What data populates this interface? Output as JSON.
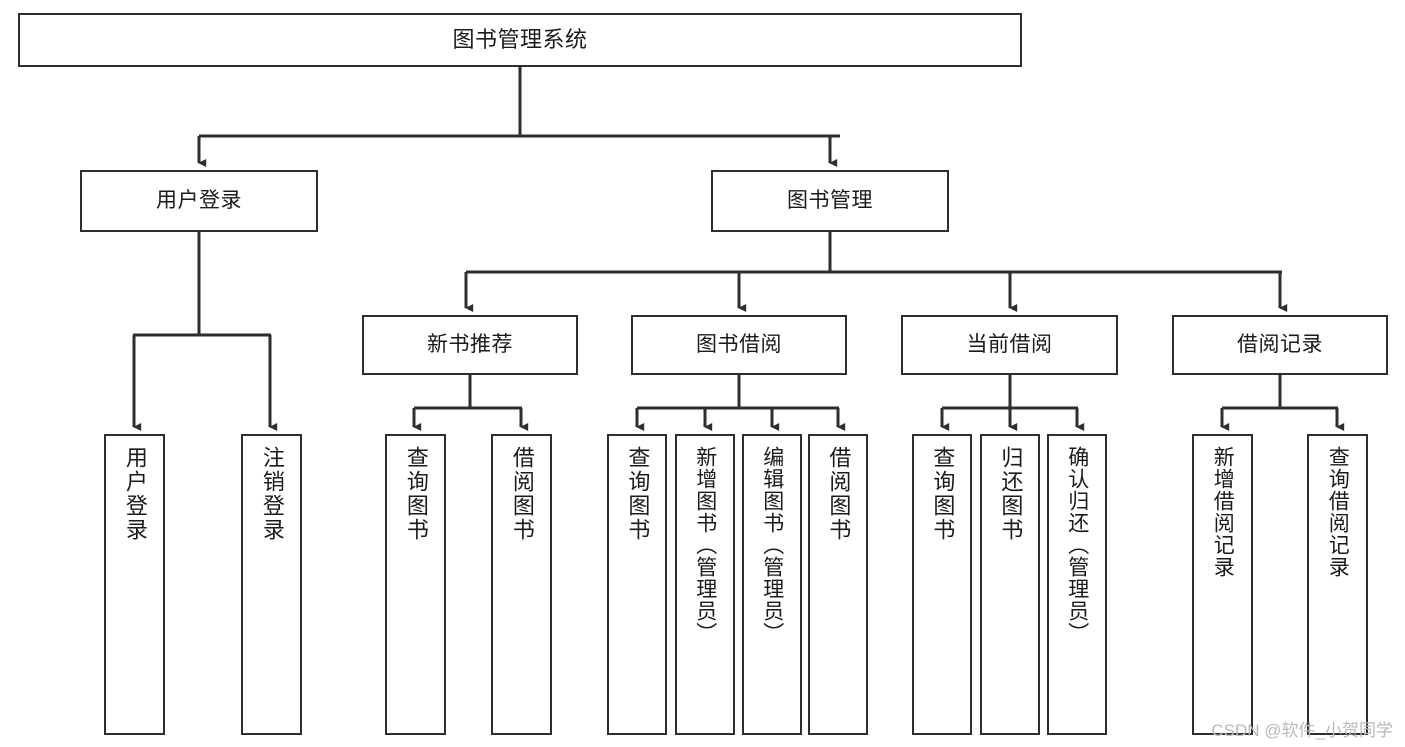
{
  "diagram": {
    "type": "tree",
    "title": "图书管理系统",
    "orientation": "top-down",
    "colors": {
      "box_border": "#2e2e2e",
      "box_fill": "#ffffff",
      "connector": "#2e2e2e",
      "text": "#1b1b1b",
      "watermark": "#b9b9b9",
      "background": "#ffffff"
    },
    "root": {
      "label": "图书管理系统",
      "text_direction": "horizontal"
    },
    "level2": [
      {
        "label": "用户登录",
        "text_direction": "horizontal"
      },
      {
        "label": "图书管理",
        "text_direction": "horizontal"
      }
    ],
    "level3": [
      {
        "label": "新书推荐",
        "text_direction": "horizontal"
      },
      {
        "label": "图书借阅",
        "text_direction": "horizontal"
      },
      {
        "label": "当前借阅",
        "text_direction": "horizontal"
      },
      {
        "label": "借阅记录",
        "text_direction": "horizontal"
      }
    ],
    "leaves": {
      "user_login": [
        {
          "label": "用户登录",
          "text_direction": "vertical"
        },
        {
          "label": "注销登录",
          "text_direction": "vertical"
        }
      ],
      "new_book_recommend": [
        {
          "label": "查询图书",
          "text_direction": "vertical"
        },
        {
          "label": "借阅图书",
          "text_direction": "vertical"
        }
      ],
      "book_borrow": [
        {
          "label": "查询图书",
          "text_direction": "vertical"
        },
        {
          "label": "新增图书（管理员）",
          "text_direction": "vertical"
        },
        {
          "label": "编辑图书（管理员）",
          "text_direction": "vertical"
        },
        {
          "label": "借阅图书",
          "text_direction": "vertical"
        }
      ],
      "current_borrow": [
        {
          "label": "查询图书",
          "text_direction": "vertical"
        },
        {
          "label": "归还图书",
          "text_direction": "vertical"
        },
        {
          "label": "确认归还（管理员）",
          "text_direction": "vertical"
        }
      ],
      "borrow_record": [
        {
          "label": "新增借阅记录",
          "text_direction": "vertical"
        },
        {
          "label": "查询借阅记录",
          "text_direction": "vertical"
        }
      ]
    }
  },
  "watermark": {
    "text": "CSDN @软件_小贺同学"
  }
}
